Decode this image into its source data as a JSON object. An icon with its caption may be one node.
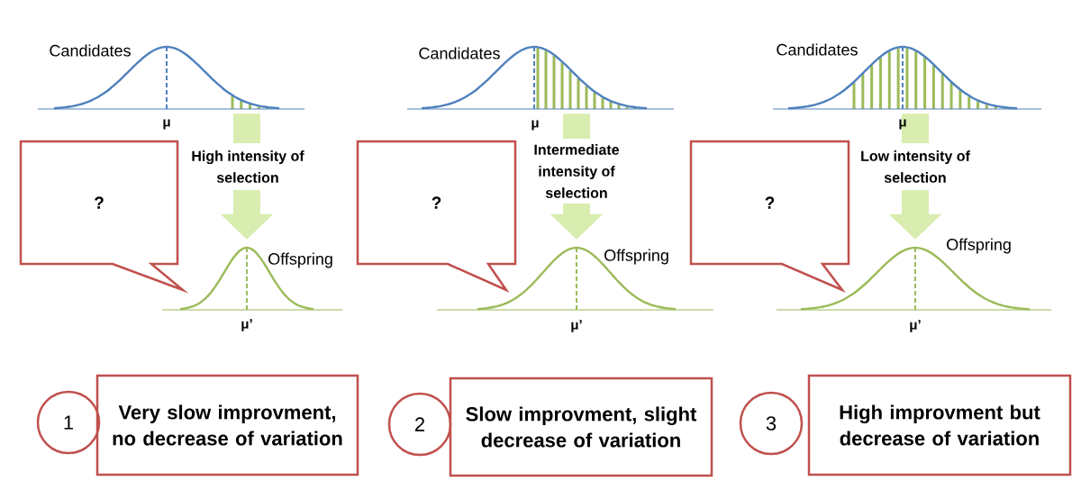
{
  "diagram": {
    "nodes": [
      {
        "text": [
          "Candidates"
        ],
        "beside": [
          "μ"
        ]
      },
      {
        "text": [
          "?"
        ]
      },
      {
        "text": [
          "Offspring"
        ],
        "beside": [
          "μ’"
        ]
      },
      {
        "text": [
          "Candidates"
        ],
        "beside": [
          "μ"
        ]
      },
      {
        "text": [
          "?"
        ]
      },
      {
        "text": [
          "Offspring"
        ],
        "beside": [
          "μ’"
        ]
      },
      {
        "text": [
          "Candidates"
        ],
        "beside": [
          "μ"
        ]
      },
      {
        "text": [
          "?"
        ]
      },
      {
        "text": [
          "Offspring"
        ],
        "beside": [
          "μ’"
        ]
      },
      {
        "text": [
          "1"
        ]
      },
      {
        "text": [
          "Very slow improvment, no decrease of variation"
        ]
      },
      {
        "text": [
          "2"
        ]
      },
      {
        "text": [
          "Slow improvment, slight decrease of variation"
        ]
      },
      {
        "text": [
          "3"
        ]
      },
      {
        "text": [
          "High improvment but decrease of variation"
        ]
      }
    ],
    "edges": [
      {
        "from": 0,
        "to": 2,
        "arrow": "to",
        "label": "High intensity of selection"
      },
      {
        "from": 3,
        "to": 5,
        "arrow": "to",
        "label": "Intermediate intensity of selection"
      },
      {
        "from": 6,
        "to": 8,
        "arrow": "to",
        "label": "Low intensity of selection"
      }
    ]
  }
}
